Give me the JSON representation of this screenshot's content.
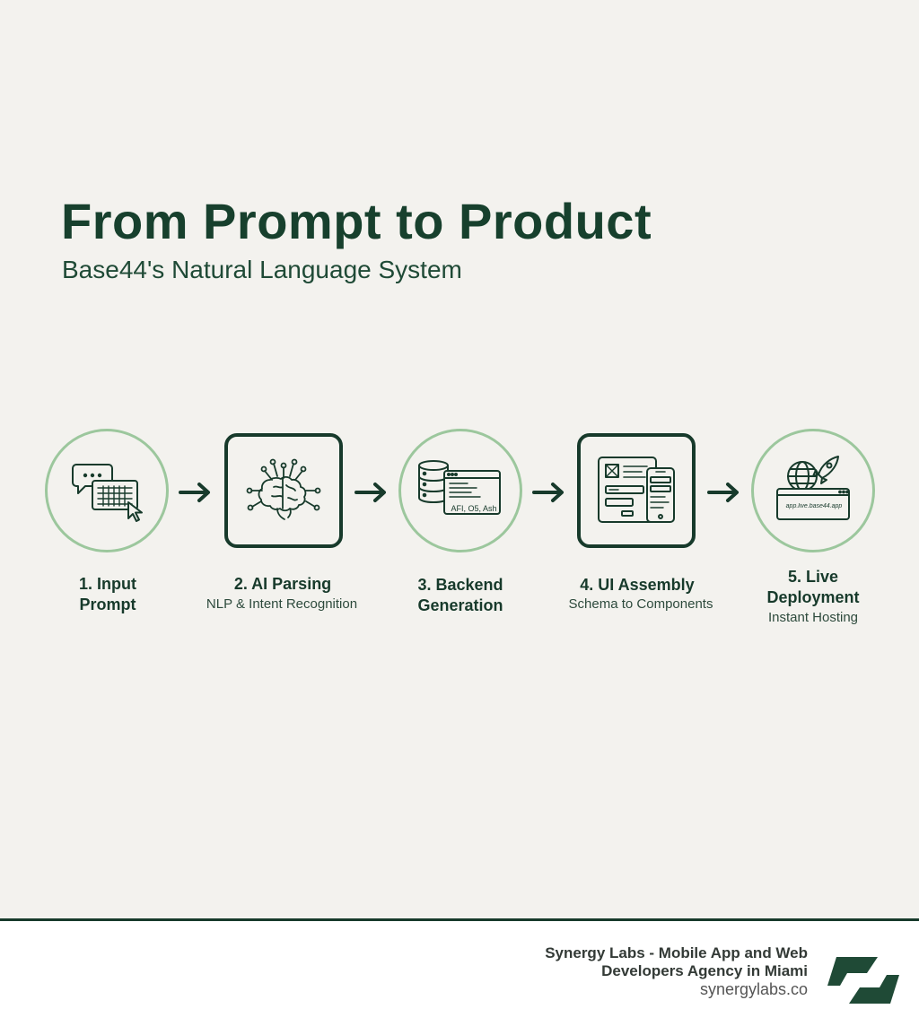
{
  "header": {
    "title": "From Prompt to Product",
    "subtitle": "Base44's Natural Language System"
  },
  "steps": [
    {
      "title_line1": "1. Input",
      "title_line2": "Prompt",
      "description": "",
      "icon": "chat-keyboard-icon"
    },
    {
      "title_line1": "2. AI Parsing",
      "title_line2": "",
      "description": "NLP & Intent Recognition",
      "icon": "brain-circuit-icon"
    },
    {
      "title_line1": "3. Backend",
      "title_line2": "Generation",
      "description": "",
      "icon": "database-api-icon",
      "icon_text": "AFI, O5, Ash"
    },
    {
      "title_line1": "4. UI Assembly",
      "title_line2": "",
      "description": "Schema to Components",
      "icon": "devices-ui-icon"
    },
    {
      "title_line1": "5. Live",
      "title_line2": "Deployment",
      "description": "Instant Hosting",
      "icon": "globe-rocket-icon",
      "icon_text": "app.live.base44.app"
    }
  ],
  "colors": {
    "background": "#f3f2ee",
    "title": "#17402d",
    "circle_outline": "#9cc79d",
    "icon_stroke": "#173a2b"
  },
  "footer": {
    "line1": "Synergy Labs - Mobile App and Web",
    "line2": "Developers Agency in Miami",
    "url": "synergylabs.co",
    "logo": "synergy-labs-logo"
  }
}
